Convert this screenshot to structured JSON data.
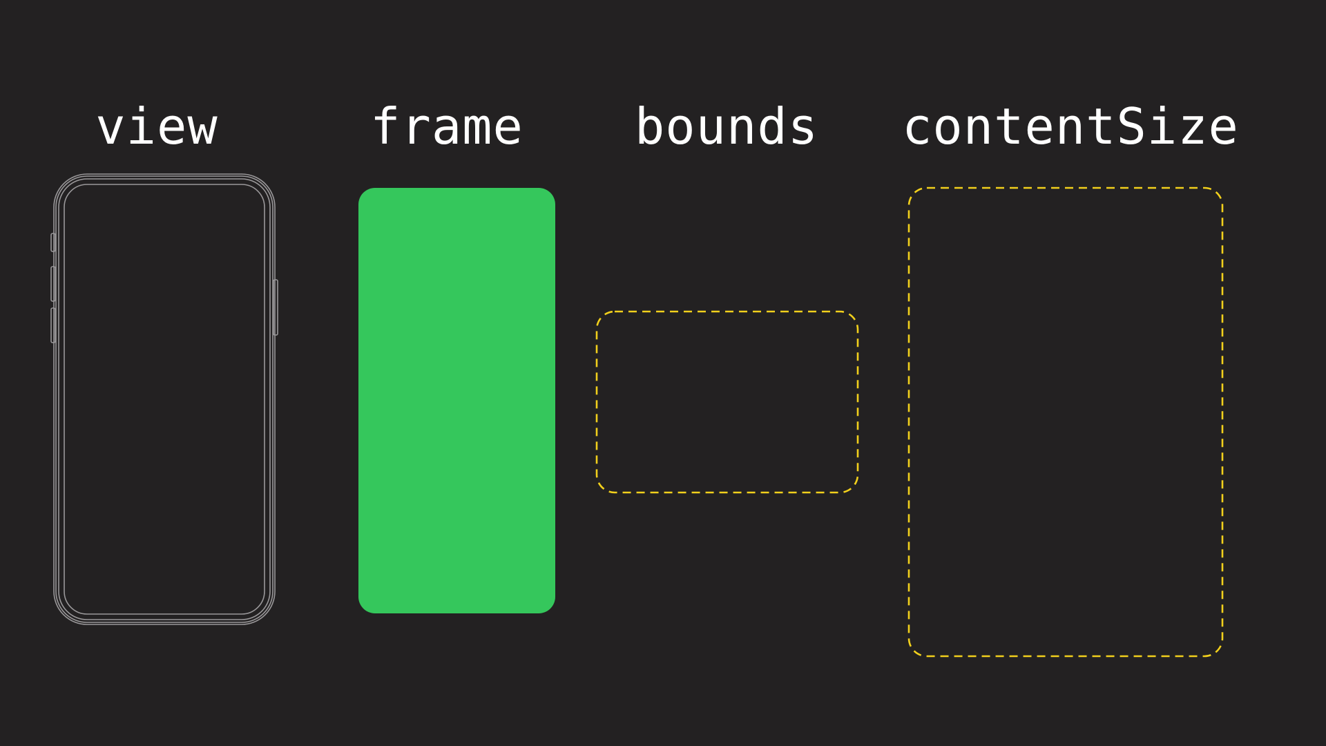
{
  "labels": {
    "view": "view",
    "frame": "frame",
    "bounds": "bounds",
    "content_size": "contentSize"
  },
  "colors": {
    "background": "#232122",
    "text": "#ffffff",
    "phone_outline": "#9a989a",
    "frame_fill": "#35c75c",
    "dashed_outline": "#f2d01c"
  },
  "icons": {
    "view": "phone-outline-icon"
  }
}
